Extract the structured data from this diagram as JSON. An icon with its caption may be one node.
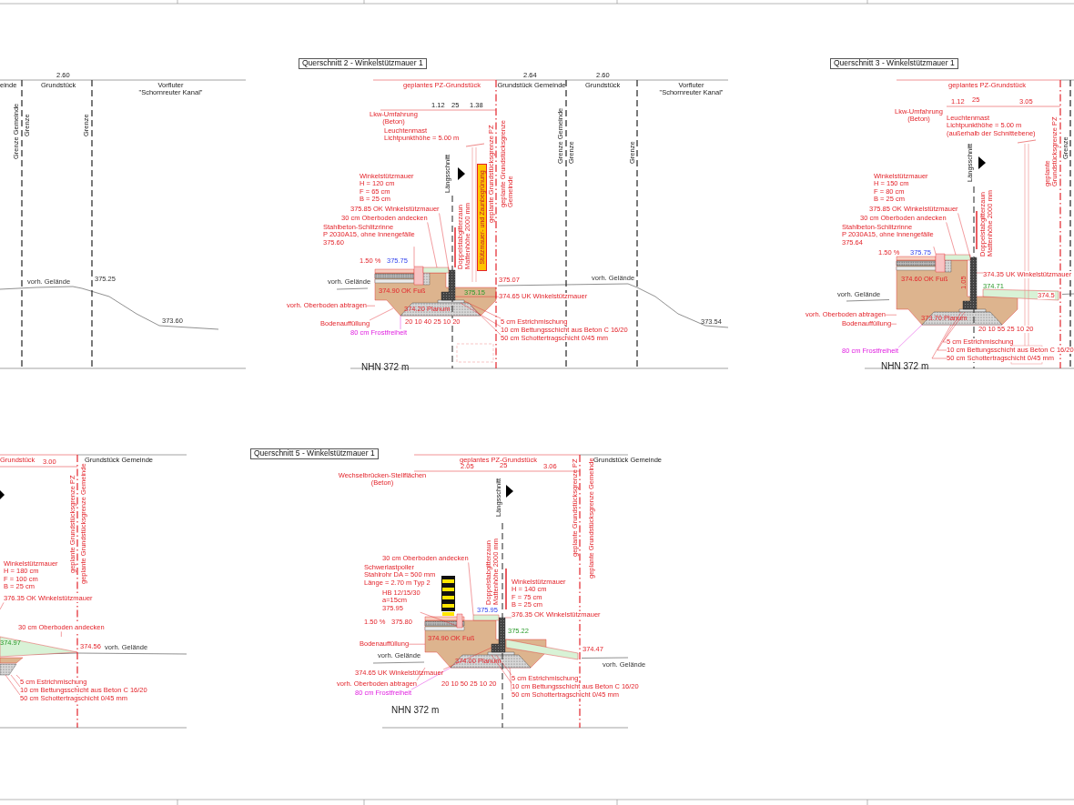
{
  "diagram": {
    "nodes": [
      {
        "text": [
          "Querschnitt 2 - Winkelstützmauer 1"
        ]
      },
      {
        "text": [
          "Querschnitt 3 - Winkelstützmauer 1"
        ]
      },
      {
        "text": [
          "Querschnitt 5 - Winkelstützmauer 1"
        ]
      },
      {
        "text": [
          "Leuchtenmast",
          "Lichtpunkthöhe = 5.00 m"
        ]
      },
      {
        "text": [
          "Winkelstützmauer",
          "H = 120 cm",
          "F =  65 cm",
          "B =  25 cm"
        ]
      },
      {
        "text": [
          "375.85 OK Winkelstützmauer"
        ]
      },
      {
        "text": [
          "30 cm Oberboden andecken"
        ]
      },
      {
        "text": [
          "Stahlbeton-Schlitzrinne",
          "P 2030A15, ohne Innengefälle",
          "375.60"
        ]
      },
      {
        "text": [
          "vorh. Oberboden abtragen"
        ]
      },
      {
        "text": [
          "Bodenauffüllung"
        ]
      },
      {
        "text": [
          "374.65 UK Winkelstützmauer"
        ]
      },
      {
        "text": [
          "5 cm Estrichmischung"
        ]
      },
      {
        "text": [
          "10 cm Bettungsschicht aus Beton C 16/20"
        ]
      },
      {
        "text": [
          "50 cm Schottertragschicht 0/45 mm"
        ]
      },
      {
        "text": [
          "80 cm Frostfreiheit"
        ]
      },
      {
        "text": [
          "Leuchtenmast",
          "Lichtpunkthöhe = 5.00 m",
          "(außerhalb der Schnittebene)"
        ]
      },
      {
        "text": [
          "Winkelstützmauer",
          "H = 150 cm",
          "F =  80 cm",
          "B =  25 cm"
        ]
      },
      {
        "text": [
          "375.85 OK Winkelstützmauer"
        ]
      },
      {
        "text": [
          "30 cm Oberboden andecken"
        ]
      },
      {
        "text": [
          "Stahlbeton-Schlitzrinne",
          "P 2030A15, ohne Innengefälle",
          "375.64"
        ]
      },
      {
        "text": [
          "vorh. Oberboden abtragen"
        ]
      },
      {
        "text": [
          "Bodenauffüllung"
        ]
      },
      {
        "text": [
          "374.35 UK Winkelstützmauer"
        ]
      },
      {
        "text": [
          "5 cm Estrichmischung"
        ]
      },
      {
        "text": [
          "10 cm Bettungsschicht aus Beton C 16/20"
        ]
      },
      {
        "text": [
          "50 cm Schottertragschicht 0/45 mm"
        ]
      },
      {
        "text": [
          "80 cm Frostfreiheit"
        ]
      },
      {
        "text": [
          "Winkelstützmauer",
          "H = 180 cm",
          "F = 100 cm",
          "B =  25 cm"
        ]
      },
      {
        "text": [
          "376.35 OK Winkelstützmauer"
        ]
      },
      {
        "text": [
          "30 cm Oberboden andecken"
        ]
      },
      {
        "text": [
          "5 cm Estrichmischung"
        ]
      },
      {
        "text": [
          "10 cm Bettungsschicht aus Beton C 16/20"
        ]
      },
      {
        "text": [
          "50 cm Schottertragschicht 0/45 mm"
        ]
      },
      {
        "text": [
          "30 cm Oberboden andecken"
        ]
      },
      {
        "text": [
          "Schwerlastpoller",
          "Stahlrohr DA = 500 mm",
          "Länge = 2.70 m Typ 2"
        ]
      },
      {
        "text": [
          "Winkelstützmauer",
          "H = 140 cm",
          "F =  75 cm",
          "B =  25 cm"
        ]
      },
      {
        "text": [
          "376.35 OK Winkelstützmauer"
        ]
      },
      {
        "text": [
          "HB 12/15/30",
          "a=15cm",
          "375.95"
        ]
      },
      {
        "text": [
          "Bodenauffüllung"
        ]
      },
      {
        "text": [
          "374.65 UK Winkelstützmauer"
        ]
      },
      {
        "text": [
          "vorh. Oberboden abtragen"
        ]
      },
      {
        "text": [
          "5 cm Estrichmischung"
        ]
      },
      {
        "text": [
          "10 cm Bettungsschicht aus Beton C 16/20"
        ]
      },
      {
        "text": [
          "50 cm Schottertragschicht 0/45 mm"
        ]
      },
      {
        "text": [
          "80 cm Frostfreiheit"
        ]
      },
      {
        "text": [
          "Stützmauer- und Zaunbegrünung"
        ]
      },
      {
        "text": [],
        "shape": "box"
      },
      {
        "text": [],
        "shape": "box"
      },
      {
        "text": [],
        "shape": "box"
      },
      {
        "text": [],
        "shape": "box"
      },
      {
        "text": [],
        "shape": "box",
        "in": 49
      },
      {
        "text": [],
        "shape": "box",
        "in": 49
      },
      {
        "text": [],
        "shape": "box"
      },
      {
        "text": [],
        "shape": "box"
      },
      {
        "text": [],
        "shape": "box"
      },
      {
        "text": [],
        "shape": "box"
      },
      {
        "text": [],
        "shape": "box",
        "in": 55
      },
      {
        "text": [],
        "shape": "box",
        "in": 55
      },
      {
        "text": [],
        "shape": "box"
      },
      {
        "text": [],
        "shape": "box"
      },
      {
        "text": [],
        "shape": "box"
      },
      {
        "text": [],
        "shape": "box"
      },
      {
        "text": [],
        "shape": "box"
      },
      {
        "text": [],
        "shape": "box",
        "in": 62
      },
      {
        "text": [],
        "shape": "box",
        "in": 62
      },
      {
        "text": [],
        "shape": "box"
      }
    ],
    "edges": [
      {
        "from": 5,
        "to": 46,
        "arrow": "none"
      },
      {
        "from": 6,
        "to": 48,
        "arrow": "none"
      },
      {
        "from": 7,
        "to": 47,
        "arrow": "none"
      },
      {
        "from": 8,
        "to": 49,
        "arrow": "none"
      },
      {
        "from": 9,
        "to": 49,
        "arrow": "none"
      },
      {
        "from": 10,
        "to": 46,
        "arrow": "none"
      },
      {
        "from": 11,
        "to": 50,
        "arrow": "none"
      },
      {
        "from": 12,
        "to": 50,
        "arrow": "none"
      },
      {
        "from": 13,
        "to": 51,
        "arrow": "none"
      },
      {
        "from": 14,
        "to": 51,
        "arrow": "none",
        "color": "#e020e0"
      },
      {
        "from": 17,
        "to": 52,
        "arrow": "none"
      },
      {
        "from": 18,
        "to": 54,
        "arrow": "none"
      },
      {
        "from": 19,
        "to": 53,
        "arrow": "none"
      },
      {
        "from": 20,
        "to": 55,
        "arrow": "none"
      },
      {
        "from": 21,
        "to": 55,
        "arrow": "none"
      },
      {
        "from": 22,
        "to": 52,
        "arrow": "none"
      },
      {
        "from": 23,
        "to": 56,
        "arrow": "none"
      },
      {
        "from": 24,
        "to": 56,
        "arrow": "none"
      },
      {
        "from": 25,
        "to": 57,
        "arrow": "none"
      },
      {
        "from": 26,
        "to": 57,
        "arrow": "none",
        "color": "#e020e0"
      },
      {
        "from": 28,
        "to": null,
        "arrow": "none"
      },
      {
        "from": 29,
        "to": 58,
        "arrow": "none"
      },
      {
        "from": 30,
        "to": 59,
        "arrow": "none"
      },
      {
        "from": 31,
        "to": 59,
        "arrow": "none"
      },
      {
        "from": 32,
        "to": 59,
        "arrow": "none"
      },
      {
        "from": 33,
        "to": 61,
        "arrow": "none"
      },
      {
        "from": 36,
        "to": 60,
        "arrow": "none"
      },
      {
        "from": 37,
        "to": 65,
        "arrow": "none"
      },
      {
        "from": 40,
        "to": 62,
        "arrow": "none"
      },
      {
        "from": 41,
        "to": 63,
        "arrow": "none"
      },
      {
        "from": 42,
        "to": 63,
        "arrow": "none"
      },
      {
        "from": 43,
        "to": 64,
        "arrow": "none"
      },
      {
        "from": 44,
        "to": 64,
        "arrow": "none",
        "color": "#e020e0"
      },
      {
        "from": 38,
        "to": 62,
        "arrow": "none"
      },
      {
        "from": 39,
        "to": 60,
        "arrow": "none"
      }
    ],
    "labels": [
      "2.60",
      "einde",
      "Grundstück",
      "Vorfluter \"Schornreuter Kanal\"",
      "Grenze Gemeinde",
      "Grenze",
      "Grenze",
      "vorh. Gelände",
      "375.25",
      "373.60",
      "geplantes PZ-Grundstück",
      "2.64",
      "Grundstück Gemeinde",
      "2.60",
      "Grundstück",
      "Vorfluter \"Schornreuter Kanal\"",
      "Lkw-Umfahrung (Beton)",
      "1.12",
      "25",
      "1.38",
      "Längsschnitt",
      "geplante Grundstücksgrenze PZ",
      "geplante Grundstücksgrenze Gemeinde",
      "Grenze Gemeinde",
      "Grenze",
      "Grenze",
      "Doppelstabgitterzaun Mattenhöhe 2000 mm",
      "1.50 %",
      "375.75",
      "374.90 OK Fuß",
      "375.15",
      "375.07",
      "vorh. Gelände",
      "vorh. Gelände",
      "373.54",
      "374.20 Planum",
      "20 10 40 25 10 20",
      "NHN 372 m",
      "geplantes PZ-Grundstück",
      "Lkw-Umfahrung (Beton)",
      "1.12",
      "25",
      "3.05",
      "Längsschnitt",
      "geplante Grundstücksgrenze PZ",
      "Grenze",
      "Doppelstabgitterzaun Mattenhöhe 2000 mm",
      "1.50 %",
      "375.75",
      "1.05",
      "374.71",
      "374.60 OK Fuß",
      "vorh. Gelände",
      "374.5",
      "373.70 Planum",
      "20 10 55 25 10 20",
      "NHN 372 m",
      "Grundstück",
      "3.00",
      "Grundstück Gemeinde",
      "geplante Grundstücksgrenze PZ",
      "geplante Grundstücksgrenze Gemeinde",
      "374.97",
      "374.56",
      "vorh. Gelände",
      "geplantes PZ-Grundstück",
      "Grundstück Gemeinde",
      "Wechselbrücken-Stellflächen (Beton)",
      "2.05",
      "25",
      "3.06",
      "Längsschnitt",
      "geplante Grundstücksgrenze PZ",
      "geplante Grundstücksgrenze Gemeinde",
      "Doppelstabgitterzaun Mattenhöhe 2000 mm",
      "375.95",
      "1.50 %",
      "375.80",
      "375.22",
      "374.90 OK Fuß",
      "374.47",
      "vorh. Gelände",
      "vorh. Gelände",
      "374.00 Planum",
      "20 10 50 25 10 20",
      "NHN 372 m"
    ]
  }
}
